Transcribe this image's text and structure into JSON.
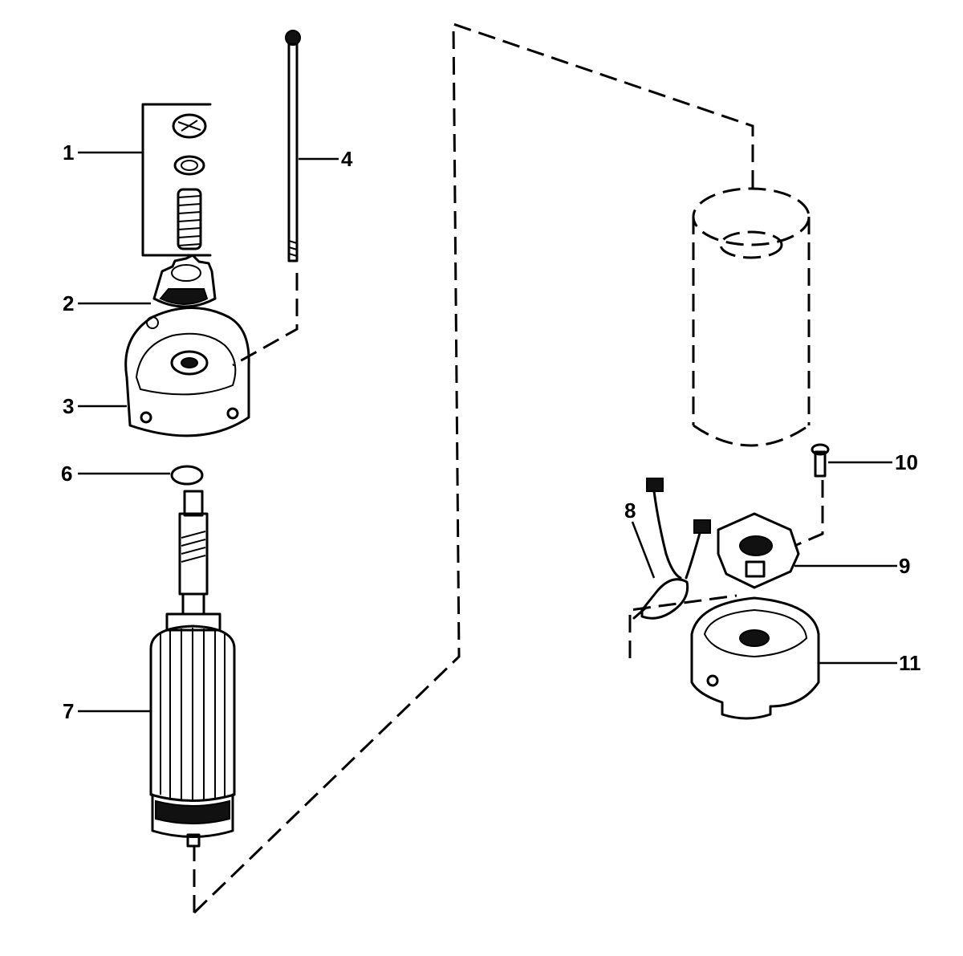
{
  "callouts": [
    {
      "id": "1",
      "label": "1"
    },
    {
      "id": "2",
      "label": "2"
    },
    {
      "id": "3",
      "label": "3"
    },
    {
      "id": "4",
      "label": "4"
    },
    {
      "id": "6",
      "label": "6"
    },
    {
      "id": "7",
      "label": "7"
    },
    {
      "id": "8",
      "label": "8"
    },
    {
      "id": "9",
      "label": "9"
    },
    {
      "id": "10",
      "label": "10"
    },
    {
      "id": "11",
      "label": "11"
    }
  ]
}
